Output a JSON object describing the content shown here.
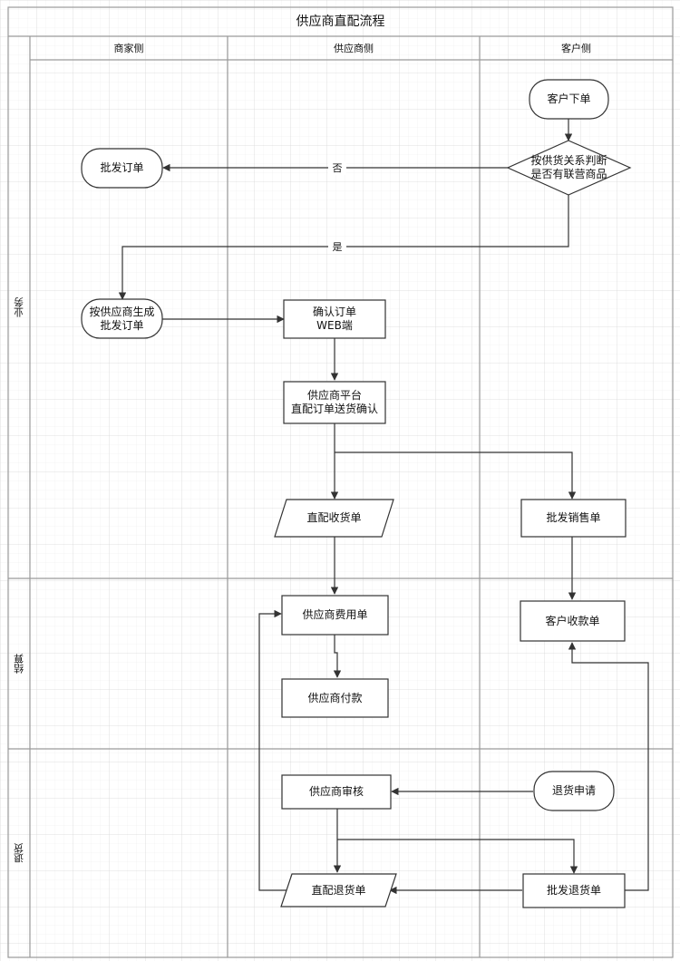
{
  "title": "供应商直配流程",
  "columns": [
    "商家侧",
    "供应商侧",
    "客户侧"
  ],
  "lanes": [
    "业务",
    "结算",
    "退货"
  ],
  "nodes": {
    "customer_order": "客户下单",
    "judge": "按供货关系判断\n是否有联营商品",
    "wholesale_order": "批发订单",
    "supplier_wholesale": "按供应商生成\n批发订单",
    "confirm_order": "确认订单\nWEB端",
    "platform_confirm": "供应商平台\n直配订单送货确认",
    "direct_receipt": "直配收货单",
    "wholesale_sales": "批发销售单",
    "supplier_fee": "供应商费用单",
    "customer_receipt": "客户收款单",
    "supplier_payment": "供应商付款",
    "supplier_review": "供应商审核",
    "return_apply": "退货申请",
    "direct_return": "直配退货单",
    "wholesale_return": "批发退货单"
  },
  "edge_labels": {
    "no": "否",
    "yes": "是"
  },
  "colors": {
    "grid": "#e4e4e4",
    "border": "#999999",
    "stroke": "#333333",
    "fill": "#ffffff"
  }
}
